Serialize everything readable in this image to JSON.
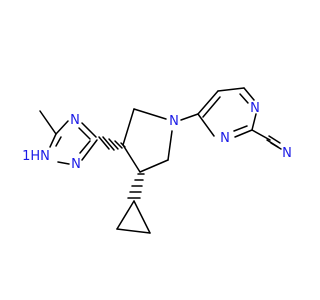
{
  "molecule": {
    "atoms": {
      "n_triazole_top": "N",
      "nh_triazole": "1H-N",
      "n_triazole_bottom": "N",
      "n_pyrrolidine": "N",
      "n_pyrimidine_top": "N",
      "n_pyrimidine_bottom": "N",
      "n_nitrile": "N"
    },
    "labels": {
      "h_prefix": "1",
      "h_letter": "H"
    },
    "colors": {
      "bond": "#000000",
      "nitrogen": "#1a1ae6",
      "background": "#ffffff"
    }
  }
}
